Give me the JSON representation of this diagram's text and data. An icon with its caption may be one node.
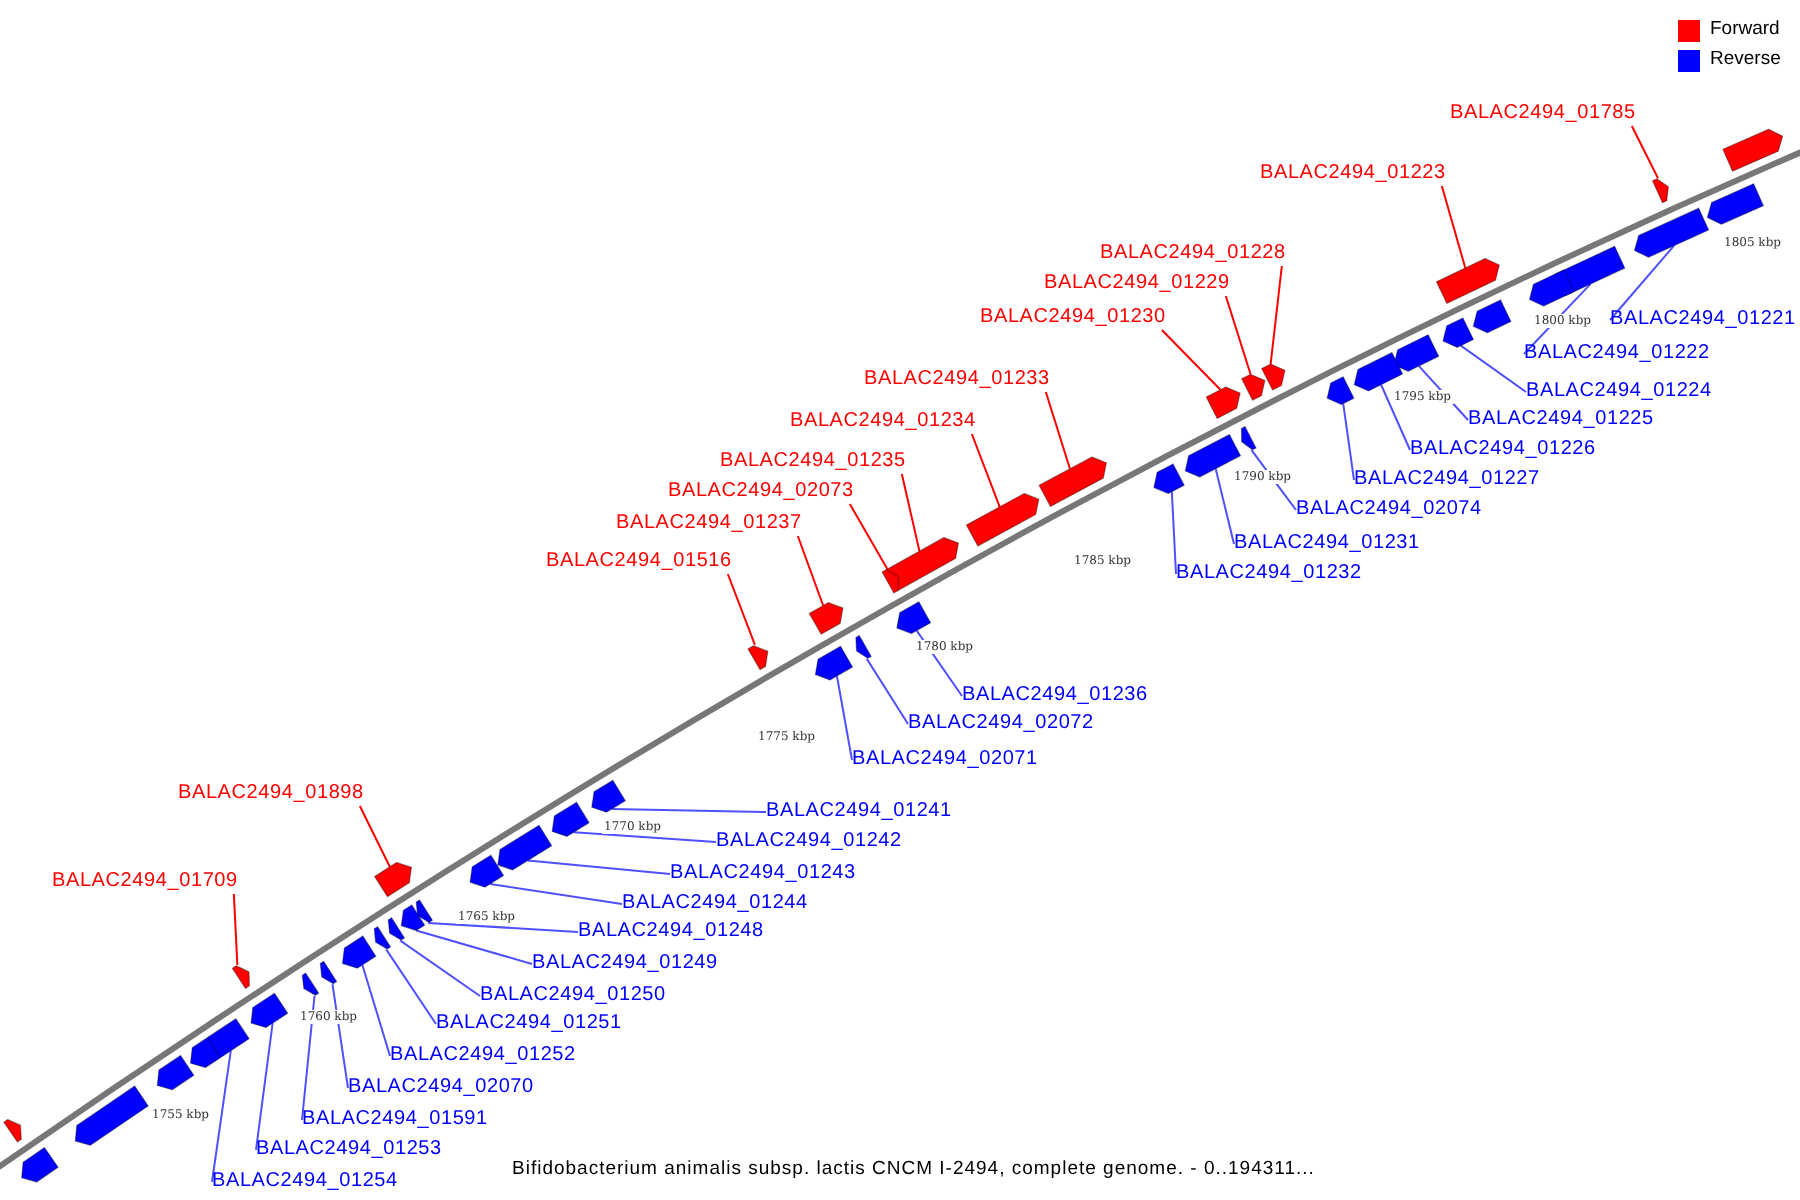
{
  "diagram": {
    "caption": "Bifidobacterium animalis subsp. lactis CNCM I-2494, complete genome. - 0..194311...",
    "nodes": [
      {
        "text": [
          "BALAC2494_01785"
        ]
      },
      {
        "text": [],
        "shape": "bar"
      },
      {
        "text": [
          "BALAC2494_01223"
        ]
      },
      {
        "text": [],
        "shape": "bar"
      },
      {
        "text": [
          "BALAC2494_01228"
        ]
      },
      {
        "text": [],
        "shape": "bar"
      },
      {
        "text": [
          "BALAC2494_01229"
        ]
      },
      {
        "text": [],
        "shape": "bar"
      },
      {
        "text": [
          "BALAC2494_01230"
        ]
      },
      {
        "text": [],
        "shape": "bar"
      },
      {
        "text": [
          "BALAC2494_01233"
        ]
      },
      {
        "text": [],
        "shape": "bar"
      },
      {
        "text": [
          "BALAC2494_01234"
        ]
      },
      {
        "text": [],
        "shape": "bar"
      },
      {
        "text": [
          "BALAC2494_01235"
        ]
      },
      {
        "text": [],
        "shape": "bar"
      },
      {
        "text": [
          "BALAC2494_02073"
        ]
      },
      {
        "text": [],
        "shape": "bar"
      },
      {
        "text": [
          "BALAC2494_01237"
        ]
      },
      {
        "text": [],
        "shape": "bar"
      },
      {
        "text": [
          "BALAC2494_01516"
        ]
      },
      {
        "text": [],
        "shape": "bar"
      },
      {
        "text": [
          "BALAC2494_01898"
        ]
      },
      {
        "text": [],
        "shape": "bar"
      },
      {
        "text": [
          "BALAC2494_01709"
        ]
      },
      {
        "text": [],
        "shape": "bar"
      },
      {
        "text": [
          "BALAC2494_01221"
        ]
      },
      {
        "text": [],
        "shape": "bar"
      },
      {
        "text": [
          "BALAC2494_01222"
        ]
      },
      {
        "text": [],
        "shape": "bar"
      },
      {
        "text": [
          "BALAC2494_01224"
        ]
      },
      {
        "text": [],
        "shape": "bar"
      },
      {
        "text": [
          "BALAC2494_01225"
        ]
      },
      {
        "text": [],
        "shape": "bar"
      },
      {
        "text": [
          "BALAC2494_01226"
        ]
      },
      {
        "text": [],
        "shape": "bar"
      },
      {
        "text": [
          "BALAC2494_01227"
        ]
      },
      {
        "text": [],
        "shape": "bar"
      },
      {
        "text": [
          "BALAC2494_02074"
        ]
      },
      {
        "text": [],
        "shape": "bar"
      },
      {
        "text": [
          "BALAC2494_01231"
        ]
      },
      {
        "text": [],
        "shape": "bar"
      },
      {
        "text": [
          "BALAC2494_01232"
        ]
      },
      {
        "text": [],
        "shape": "bar"
      },
      {
        "text": [
          "BALAC2494_01236"
        ]
      },
      {
        "text": [],
        "shape": "bar"
      },
      {
        "text": [
          "BALAC2494_02072"
        ]
      },
      {
        "text": [],
        "shape": "bar"
      },
      {
        "text": [
          "BALAC2494_02071"
        ]
      },
      {
        "text": [],
        "shape": "bar"
      },
      {
        "text": [
          "BALAC2494_01241"
        ]
      },
      {
        "text": [],
        "shape": "bar"
      },
      {
        "text": [
          "BALAC2494_01242"
        ]
      },
      {
        "text": [],
        "shape": "bar"
      },
      {
        "text": [
          "BALAC2494_01243"
        ]
      },
      {
        "text": [],
        "shape": "bar"
      },
      {
        "text": [
          "BALAC2494_01244"
        ]
      },
      {
        "text": [],
        "shape": "bar"
      },
      {
        "text": [
          "BALAC2494_01248"
        ]
      },
      {
        "text": [],
        "shape": "bar"
      },
      {
        "text": [
          "BALAC2494_01249"
        ]
      },
      {
        "text": [],
        "shape": "bar"
      },
      {
        "text": [
          "BALAC2494_01250"
        ]
      },
      {
        "text": [],
        "shape": "bar"
      },
      {
        "text": [
          "BALAC2494_01251"
        ]
      },
      {
        "text": [],
        "shape": "bar"
      },
      {
        "text": [
          "BALAC2494_01252"
        ]
      },
      {
        "text": [],
        "shape": "bar"
      },
      {
        "text": [
          "BALAC2494_02070"
        ]
      },
      {
        "text": [],
        "shape": "bar"
      },
      {
        "text": [
          "BALAC2494_01591"
        ]
      },
      {
        "text": [],
        "shape": "bar"
      },
      {
        "text": [
          "BALAC2494_01253"
        ]
      },
      {
        "text": [],
        "shape": "bar"
      },
      {
        "text": [
          "BALAC2494_01254"
        ]
      },
      {
        "text": [],
        "shape": "bar"
      },
      {
        "text": [],
        "shape": "bar"
      },
      {
        "text": [],
        "shape": "bar"
      },
      {
        "text": [],
        "shape": "bar"
      },
      {
        "text": [],
        "shape": "bar"
      },
      {
        "text": [],
        "shape": "bar"
      },
      {
        "text": [],
        "shape": "bar"
      },
      {
        "text": [],
        "shape": "bar"
      },
      {
        "text": [],
        "shape": "bar"
      },
      {
        "text": [],
        "shape": "bar"
      }
    ],
    "edges": [
      {
        "from": 0,
        "to": 1,
        "arrow": "none",
        "color": "#ff0000"
      },
      {
        "from": 2,
        "to": 3,
        "arrow": "none",
        "color": "#ff0000"
      },
      {
        "from": 4,
        "to": 5,
        "arrow": "none",
        "color": "#ff0000"
      },
      {
        "from": 6,
        "to": 7,
        "arrow": "none",
        "color": "#ff0000"
      },
      {
        "from": 8,
        "to": 9,
        "arrow": "none",
        "color": "#ff0000"
      },
      {
        "from": 10,
        "to": 11,
        "arrow": "none",
        "color": "#ff0000"
      },
      {
        "from": 12,
        "to": 13,
        "arrow": "none",
        "color": "#ff0000"
      },
      {
        "from": 14,
        "to": 15,
        "arrow": "none",
        "color": "#ff0000"
      },
      {
        "from": 16,
        "to": 17,
        "arrow": "none",
        "color": "#ff0000"
      },
      {
        "from": 18,
        "to": 19,
        "arrow": "none",
        "color": "#ff0000"
      },
      {
        "from": 20,
        "to": 21,
        "arrow": "none",
        "color": "#ff0000"
      },
      {
        "from": 22,
        "to": 23,
        "arrow": "none",
        "color": "#ff0000"
      },
      {
        "from": 24,
        "to": 25,
        "arrow": "none",
        "color": "#ff0000"
      },
      {
        "from": 26,
        "to": 27,
        "arrow": "none"
      },
      {
        "from": 28,
        "to": 29,
        "arrow": "none"
      },
      {
        "from": 30,
        "to": 31,
        "arrow": "none"
      },
      {
        "from": 32,
        "to": 33,
        "arrow": "none"
      },
      {
        "from": 34,
        "to": 35,
        "arrow": "none"
      },
      {
        "from": 36,
        "to": 37,
        "arrow": "none"
      },
      {
        "from": 38,
        "to": 39,
        "arrow": "none"
      },
      {
        "from": 40,
        "to": 41,
        "arrow": "none"
      },
      {
        "from": 42,
        "to": 43,
        "arrow": "none"
      },
      {
        "from": 44,
        "to": 45,
        "arrow": "none"
      },
      {
        "from": 46,
        "to": 47,
        "arrow": "none"
      },
      {
        "from": 48,
        "to": 49,
        "arrow": "none"
      },
      {
        "from": 50,
        "to": 51,
        "arrow": "none"
      },
      {
        "from": 52,
        "to": 53,
        "arrow": "none"
      },
      {
        "from": 54,
        "to": 55,
        "arrow": "none"
      },
      {
        "from": 56,
        "to": 57,
        "arrow": "none"
      },
      {
        "from": 58,
        "to": 59,
        "arrow": "none"
      },
      {
        "from": 60,
        "to": 61,
        "arrow": "none"
      },
      {
        "from": 62,
        "to": 63,
        "arrow": "none"
      },
      {
        "from": 64,
        "to": 65,
        "arrow": "none"
      },
      {
        "from": 66,
        "to": 67,
        "arrow": "none"
      },
      {
        "from": 68,
        "to": 69,
        "arrow": "none"
      },
      {
        "from": 70,
        "to": 71,
        "arrow": "none"
      },
      {
        "from": 72,
        "to": 73,
        "arrow": "none"
      },
      {
        "from": 74,
        "to": 75,
        "arrow": "none"
      }
    ],
    "labels": [
      "1805 kbp",
      "1800 kbp",
      "1795 kbp",
      "1790 kbp",
      "1785 kbp",
      "1780 kbp",
      "1775 kbp",
      "1770 kbp",
      "1765 kbp",
      "1760 kbp",
      "1755 kbp"
    ],
    "legend": [
      {
        "text": "Forward",
        "color": "#ff0000"
      },
      {
        "text": "Reverse",
        "color": "#0000ff"
      }
    ]
  }
}
